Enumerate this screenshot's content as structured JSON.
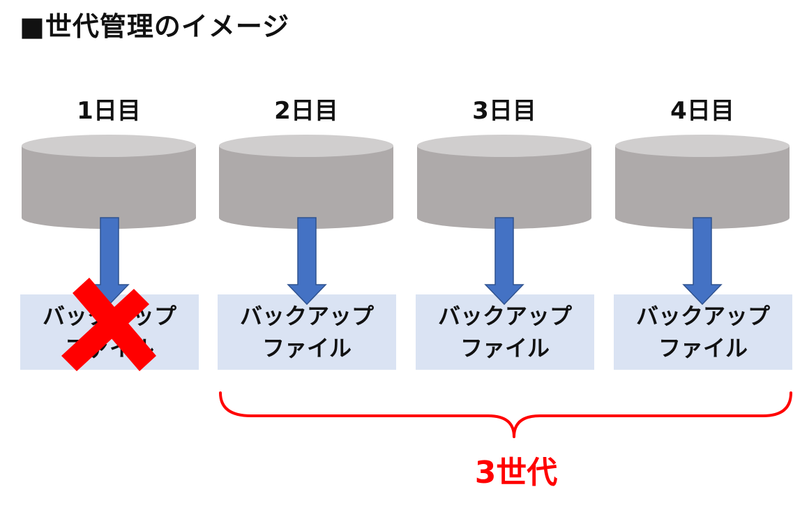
{
  "title": "■世代管理のイメージ",
  "days": [
    {
      "label": "1日目",
      "file_line1": "バックアップ",
      "file_line2": "ファイル",
      "deleted": true
    },
    {
      "label": "2日目",
      "file_line1": "バックアップ",
      "file_line2": "ファイル",
      "deleted": false
    },
    {
      "label": "3日目",
      "file_line1": "バックアップ",
      "file_line2": "ファイル",
      "deleted": false
    },
    {
      "label": "4日目",
      "file_line1": "バックアップ",
      "file_line2": "ファイル",
      "deleted": false
    }
  ],
  "generation_label": "3世代",
  "colors": {
    "cylinder_body": "#aeaaaa",
    "cylinder_top": "#d0cece",
    "arrow_fill": "#4472c4",
    "arrow_stroke": "#2f528f",
    "file_box": "#dae3f3",
    "brace": "#ff0000",
    "cross": "#ff0000"
  },
  "icons": {
    "cylinder": "database-cylinder-icon",
    "arrow": "arrow-down-icon",
    "cross": "delete-cross-icon",
    "brace": "curly-brace"
  }
}
